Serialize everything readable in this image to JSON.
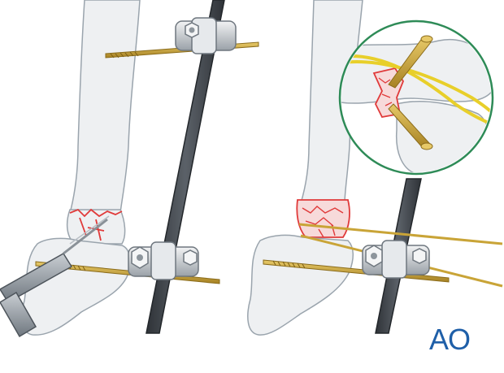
{
  "logo": {
    "text": "AO",
    "color": "#1f5fa8"
  },
  "colors": {
    "bone_fill": "#eef0f2",
    "bone_outline": "#9aa4ad",
    "rod": "#4a4f55",
    "pin_brass": "#c9a437",
    "fracture": "#e03a3a",
    "k_wire": "#e8cf2a",
    "inset_border": "#2e8b57"
  },
  "panels": [
    {
      "name": "left",
      "description_visible": false
    },
    {
      "name": "right",
      "description_visible": false
    }
  ]
}
